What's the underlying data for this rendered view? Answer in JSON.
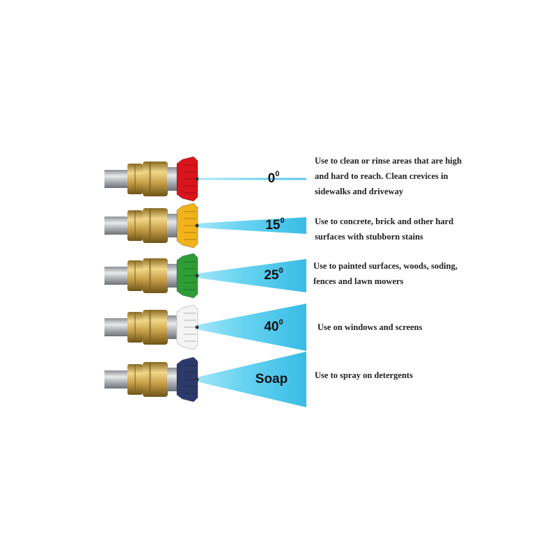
{
  "colors": {
    "spray": "#4cc8ec",
    "brass": "#c9a24b",
    "steel": "#b9bcc0"
  },
  "nozzles": [
    {
      "label": "0",
      "degree_mark": "0",
      "tip_color": "#d9141b",
      "tip_icon": "nozzle-tip-red",
      "description": "Use to clean or rinse areas that are high and hard to reach. Clean crevices in sidewalks and driveway"
    },
    {
      "label": "15",
      "degree_mark": "0",
      "tip_color": "#f2b21a",
      "tip_icon": "nozzle-tip-yellow",
      "description": "Use to concrete, brick and other hard surfaces with stubborn stains"
    },
    {
      "label": "25",
      "degree_mark": "0",
      "tip_color": "#2e9d36",
      "tip_icon": "nozzle-tip-green",
      "description": "Use to painted surfaces, woods, soding, fences and lawn mowers"
    },
    {
      "label": "40",
      "degree_mark": "0",
      "tip_color": "#f4f4f4",
      "tip_icon": "nozzle-tip-white",
      "description": "Use on windows and screens"
    },
    {
      "label": "Soap",
      "degree_mark": "",
      "tip_color": "#2c3a6b",
      "tip_icon": "nozzle-tip-blue",
      "description": "Use to spray on detergents"
    }
  ]
}
